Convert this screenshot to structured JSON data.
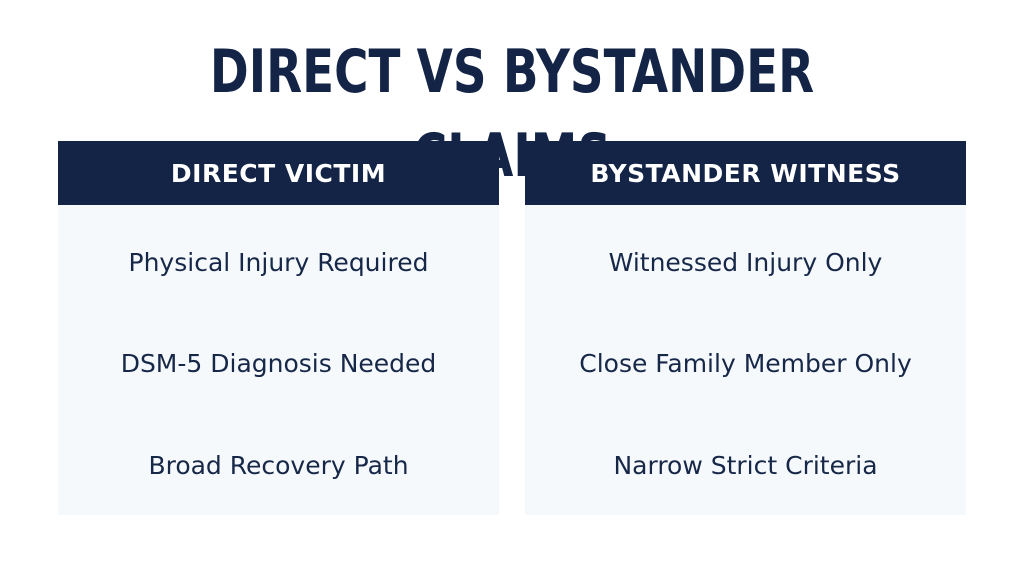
{
  "title": "DIRECT VS BYSTANDER CLAIMS",
  "columns": [
    {
      "header": "DIRECT VICTIM",
      "items": [
        "Physical Injury Required",
        "DSM-5 Diagnosis Needed",
        "Broad Recovery Path"
      ]
    },
    {
      "header": "BYSTANDER WITNESS",
      "items": [
        "Witnessed Injury Only",
        "Close Family Member Only",
        "Narrow Strict Criteria"
      ]
    }
  ],
  "colors": {
    "navy": "#132447",
    "panel": "#f5f9fc",
    "text": "#172748",
    "background": "#ffffff"
  }
}
